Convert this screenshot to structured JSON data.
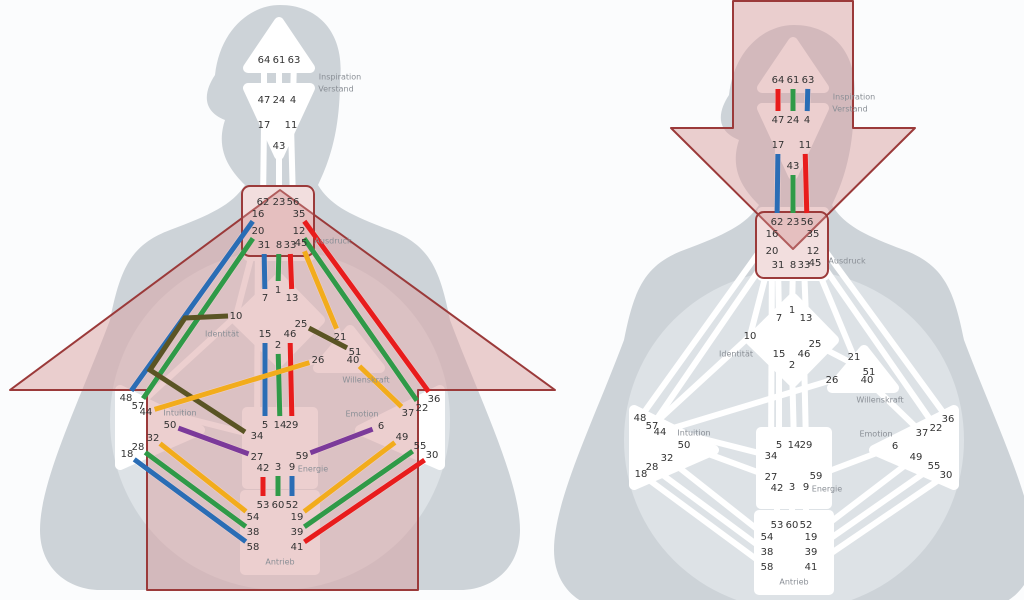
{
  "center_labels": {
    "inspiration": "Inspiration",
    "verstand": "Verstand",
    "ausdruck": "Ausdruck",
    "identitaet": "Identität",
    "willenskraft": "Willenskraft",
    "intuition": "Intuition",
    "emotion": "Emotion",
    "energie": "Energie",
    "antrieb": "Antrieb"
  },
  "gates": [
    64,
    61,
    63,
    47,
    24,
    4,
    17,
    11,
    43,
    62,
    23,
    56,
    16,
    35,
    20,
    12,
    31,
    8,
    33,
    45,
    1,
    7,
    13,
    10,
    25,
    15,
    46,
    21,
    2,
    51,
    26,
    40,
    48,
    36,
    57,
    44,
    37,
    22,
    50,
    6,
    5,
    14,
    29,
    34,
    32,
    49,
    28,
    55,
    18,
    30,
    27,
    59,
    42,
    3,
    9,
    53,
    60,
    52,
    54,
    19,
    38,
    39,
    58,
    41
  ],
  "colors": {
    "blue": "#2a6db5",
    "green": "#2f9a48",
    "red": "#e81c1c",
    "orange": "#f2ac1c",
    "purple": "#7b3a9a",
    "olive": "#5a5424",
    "overlay": "#d9a0a0",
    "overlay_border": "#9b3a3a"
  },
  "charts": [
    {
      "overlay": "arrow-up",
      "channels": [
        {
          "from": 16,
          "to": 48,
          "color": "blue"
        },
        {
          "from": 20,
          "to": 57,
          "color": "green"
        },
        {
          "from": 31,
          "to": 7,
          "color": "blue"
        },
        {
          "from": 8,
          "to": 1,
          "color": "green"
        },
        {
          "from": 33,
          "to": 13,
          "color": "red"
        },
        {
          "from": 45,
          "to": 21,
          "color": "orange"
        },
        {
          "from": 12,
          "to": 22,
          "color": "green"
        },
        {
          "from": 35,
          "to": 36,
          "color": "red"
        },
        {
          "from": 10,
          "to": 34,
          "color": "olive"
        },
        {
          "from": 25,
          "to": 51,
          "color": "olive"
        },
        {
          "from": 15,
          "to": 5,
          "color": "blue"
        },
        {
          "from": 2,
          "to": 14,
          "color": "green"
        },
        {
          "from": 46,
          "to": 29,
          "color": "red"
        },
        {
          "from": 26,
          "to": 44,
          "color": "orange"
        },
        {
          "from": 40,
          "to": 37,
          "color": "orange"
        },
        {
          "from": 50,
          "to": 27,
          "color": "purple"
        },
        {
          "from": 6,
          "to": 59,
          "color": "purple"
        },
        {
          "from": 32,
          "to": 54,
          "color": "orange"
        },
        {
          "from": 28,
          "to": 38,
          "color": "green"
        },
        {
          "from": 18,
          "to": 58,
          "color": "blue"
        },
        {
          "from": 42,
          "to": 53,
          "color": "red"
        },
        {
          "from": 3,
          "to": 60,
          "color": "green"
        },
        {
          "from": 9,
          "to": 52,
          "color": "blue"
        },
        {
          "from": 19,
          "to": 49,
          "color": "orange"
        },
        {
          "from": 39,
          "to": 55,
          "color": "green"
        },
        {
          "from": 41,
          "to": 30,
          "color": "red"
        }
      ]
    },
    {
      "overlay": "arrow-down",
      "channels": [
        {
          "from": 64,
          "to": 47,
          "color": "red"
        },
        {
          "from": 61,
          "to": 24,
          "color": "green"
        },
        {
          "from": 63,
          "to": 4,
          "color": "blue"
        },
        {
          "from": 17,
          "to": 62,
          "color": "blue"
        },
        {
          "from": 43,
          "to": 23,
          "color": "green"
        },
        {
          "from": 11,
          "to": 56,
          "color": "red"
        }
      ]
    }
  ]
}
